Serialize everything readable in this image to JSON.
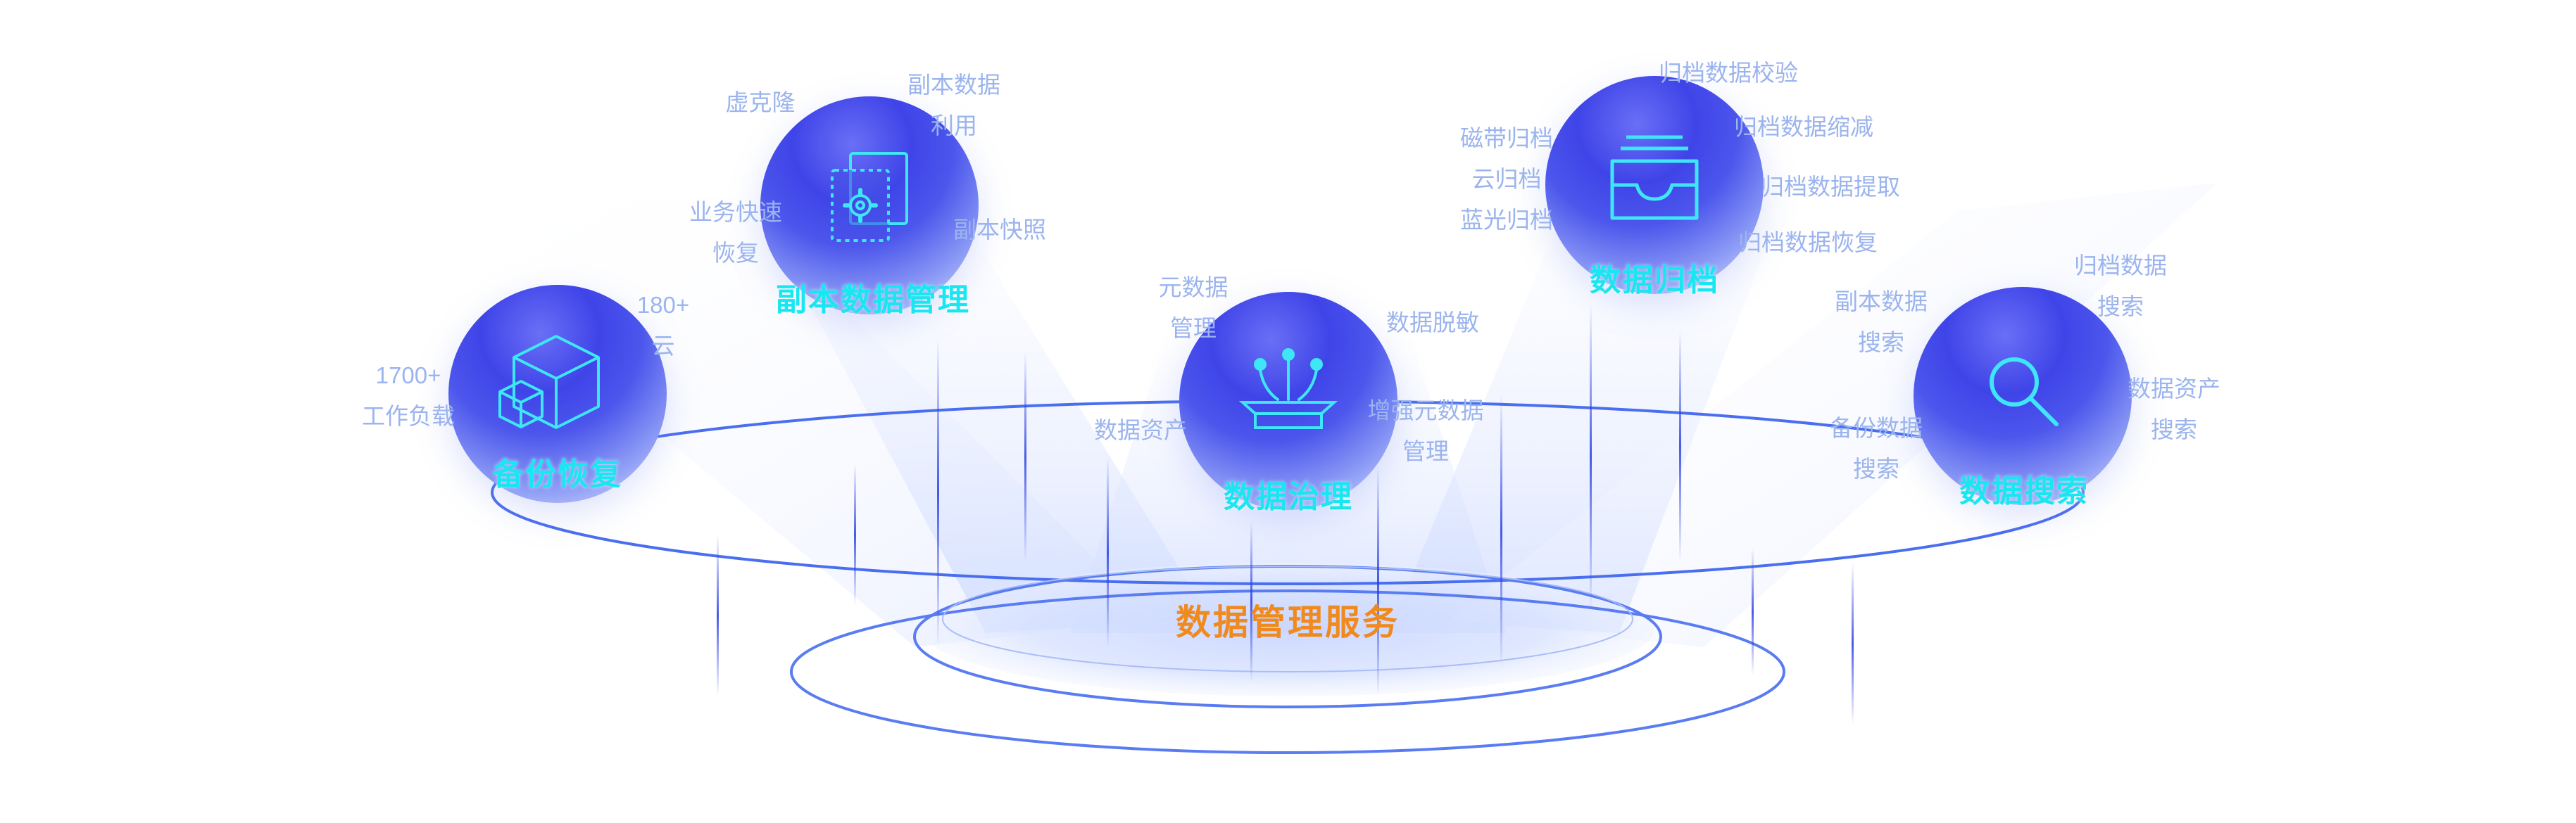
{
  "center": {
    "title": "数据管理服务"
  },
  "modules": {
    "backup": {
      "title": "备份恢复",
      "icon": "cubes-icon",
      "labels": [
        {
          "lines": [
            "1700+",
            "工作负载"
          ]
        },
        {
          "lines": [
            "180+",
            "云"
          ]
        }
      ]
    },
    "copy": {
      "title": "副本数据管理",
      "icon": "copy-gear-icon",
      "labels": [
        {
          "lines": [
            "虚克隆"
          ]
        },
        {
          "lines": [
            "副本数据",
            "利用"
          ]
        },
        {
          "lines": [
            "业务快速",
            "恢复"
          ]
        },
        {
          "lines": [
            "副本快照"
          ]
        }
      ]
    },
    "governance": {
      "title": "数据治理",
      "icon": "network-hub-icon",
      "labels": [
        {
          "lines": [
            "元数据",
            "管理"
          ]
        },
        {
          "lines": [
            "数据脱敏"
          ]
        },
        {
          "lines": [
            "数据资产"
          ]
        },
        {
          "lines": [
            "增强元数据",
            "管理"
          ]
        }
      ]
    },
    "archive": {
      "title": "数据归档",
      "icon": "inbox-tray-icon",
      "labels": [
        {
          "lines": [
            "磁带归档",
            "云归档",
            "蓝光归档"
          ]
        },
        {
          "lines": [
            "归档数据校验"
          ]
        },
        {
          "lines": [
            "归档数据缩减"
          ]
        },
        {
          "lines": [
            "归档数据提取"
          ]
        },
        {
          "lines": [
            "归档数据恢复"
          ]
        }
      ]
    },
    "search": {
      "title": "数据搜索",
      "icon": "magnifier-icon",
      "labels": [
        {
          "lines": [
            "副本数据",
            "搜索"
          ]
        },
        {
          "lines": [
            "归档数据",
            "搜索"
          ]
        },
        {
          "lines": [
            "备份数据",
            "搜索"
          ]
        },
        {
          "lines": [
            "数据资产",
            "搜索"
          ]
        }
      ]
    }
  },
  "colors": {
    "title_cyan": "#18e6f0",
    "label_blue": "#9bb4ee",
    "center_orange": "#f08a1e",
    "ring_blue": "#4a6ef0",
    "orb_deep": "#3f44e8"
  }
}
